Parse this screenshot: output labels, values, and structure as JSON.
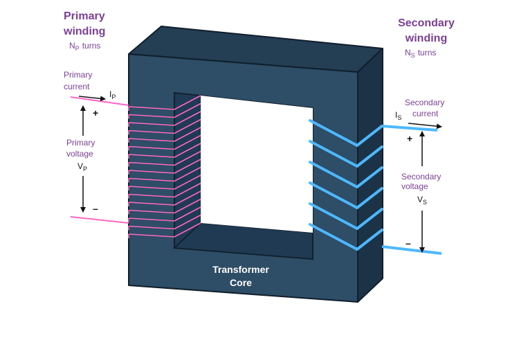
{
  "primary": {
    "title_line1": "Primary",
    "title_line2": "winding",
    "turns_symbol": "N",
    "turns_subscript": "P",
    "turns_word": "turns",
    "current_line1": "Primary",
    "current_line2": "current",
    "current_symbol": "I",
    "current_subscript": "P",
    "voltage_line1": "Primary",
    "voltage_line2": "voltage",
    "voltage_symbol": "V",
    "voltage_subscript": "P",
    "plus": "+",
    "minus": "–",
    "color": "#ff66c4",
    "coil_count": 17
  },
  "secondary": {
    "title_line1": "Secondary",
    "title_line2": "winding",
    "turns_symbol": "N",
    "turns_subscript": "S",
    "turns_word": "turns",
    "current_line1": "Secondary",
    "current_line2": "current",
    "current_symbol": "I",
    "current_subscript": "S",
    "voltage_line1": "Secondary",
    "voltage_line2": "voltage",
    "voltage_symbol": "V",
    "voltage_subscript": "S",
    "plus": "+",
    "minus": "–",
    "color": "#4db8ff",
    "coil_count": 6
  },
  "core": {
    "label_line1": "Transformer",
    "label_line2": "Core",
    "front_color": "#2e4d66",
    "top_color": "#243e54",
    "side_color": "#1c3347",
    "edge_color": "#101e2b"
  }
}
